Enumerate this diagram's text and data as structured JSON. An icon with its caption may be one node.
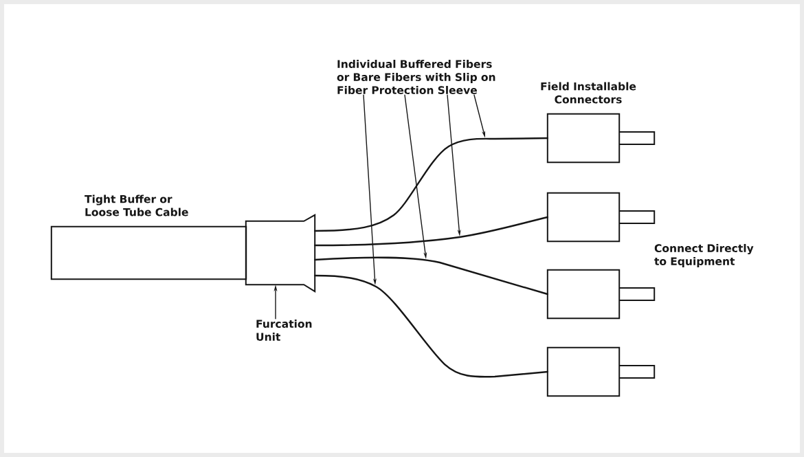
{
  "diagram": {
    "nodes": [
      {
        "text": [
          "Tight Buffer or Loose Tube Cable"
        ]
      },
      {
        "text": [],
        "shape": "box"
      },
      {
        "text": [
          "Furcation Unit"
        ]
      },
      {
        "text": [
          "Individual Buffered Fibers or Bare Fibers with Slip on Fiber Protection Sleeve"
        ]
      },
      {
        "text": [],
        "shape": "box"
      },
      {
        "text": [],
        "shape": "box"
      },
      {
        "text": [],
        "shape": "box"
      },
      {
        "text": [],
        "shape": "box"
      }
    ],
    "edges": [
      {
        "from": 1,
        "to": 4,
        "arrow": "none"
      },
      {
        "from": 1,
        "to": 5,
        "arrow": "none"
      },
      {
        "from": 1,
        "to": 6,
        "arrow": "none"
      },
      {
        "from": 1,
        "to": 7,
        "arrow": "none"
      },
      {
        "from": 2,
        "to": 1,
        "arrow": "to"
      },
      {
        "from": 3,
        "to": null,
        "arrow": "to"
      },
      {
        "from": 3,
        "to": null,
        "arrow": "to"
      },
      {
        "from": 3,
        "to": null,
        "arrow": "to"
      },
      {
        "from": 3,
        "to": null,
        "arrow": "to"
      }
    ],
    "labels": [
      "Field Installable Connectors",
      "Connect Directly to Equipment"
    ]
  }
}
